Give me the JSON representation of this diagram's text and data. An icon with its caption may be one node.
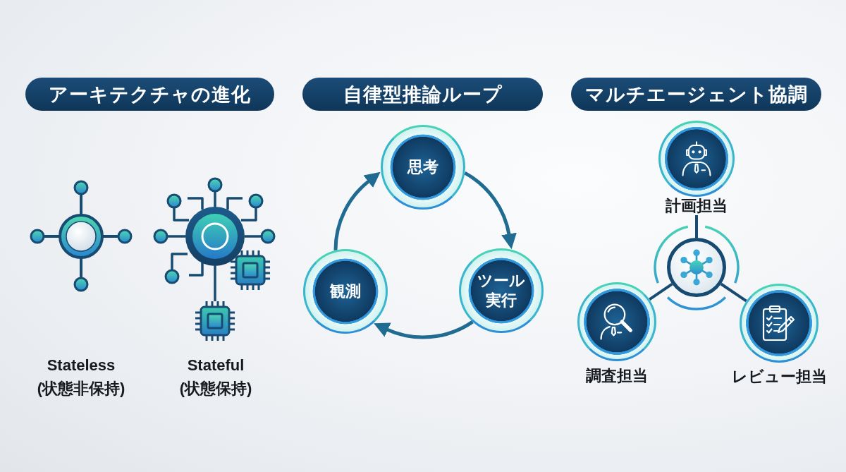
{
  "diagram": {
    "nodes": [
      {
        "text": [
          "アーキテクチャの進化"
        ]
      },
      {
        "text": [
          "自律型推論ループ"
        ]
      },
      {
        "text": [
          "マルチエージェント協調"
        ]
      },
      {
        "text": [
          "思考"
        ]
      },
      {
        "text": [
          "ツール実行"
        ]
      },
      {
        "text": [
          "観測"
        ]
      },
      {
        "text": [
          "計画担当"
        ]
      },
      {
        "text": [],
        "shape": "circle"
      },
      {
        "text": [
          "調査担当"
        ]
      },
      {
        "text": [
          "レビュー担当"
        ]
      }
    ],
    "edges": [
      {
        "from": 3,
        "to": 4,
        "arrow": "to"
      },
      {
        "from": 4,
        "to": 5,
        "arrow": "to"
      },
      {
        "from": 5,
        "to": 3,
        "arrow": "to"
      },
      {
        "from": 6,
        "to": 7,
        "arrow": "none"
      },
      {
        "from": 7,
        "to": 8,
        "arrow": "none"
      },
      {
        "from": 7,
        "to": 9,
        "arrow": "none"
      }
    ],
    "labels": [
      "Stateless (状態非保持)",
      "Stateful (状態保持)"
    ]
  }
}
